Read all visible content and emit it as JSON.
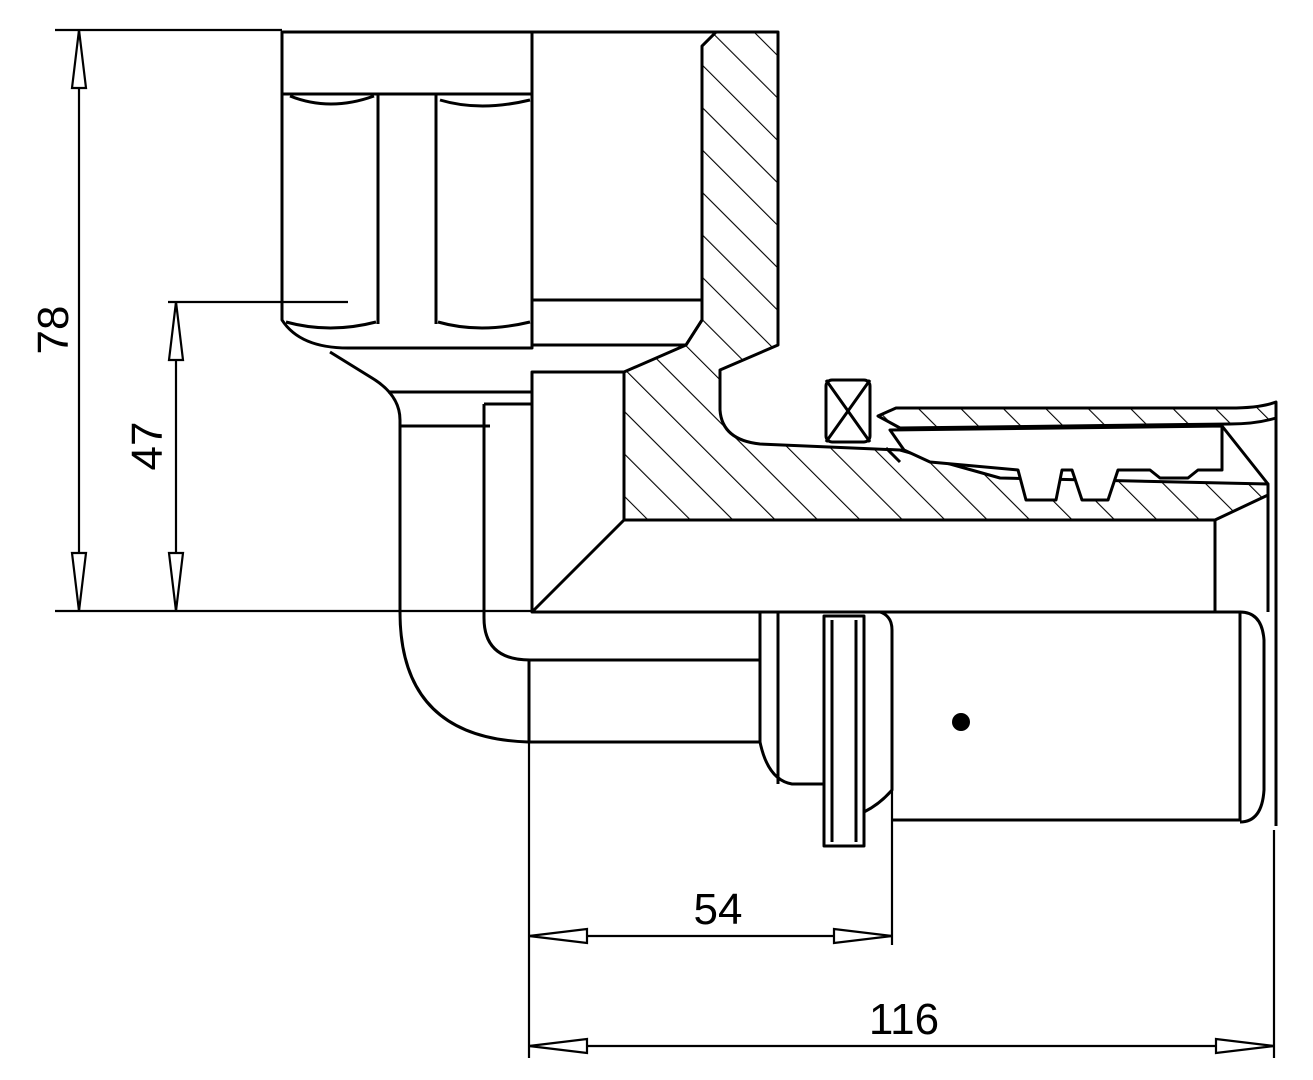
{
  "dimensions": {
    "overall_height": "78",
    "outlet_height": "47",
    "insert_length": "54",
    "overall_length": "116"
  },
  "colors": {
    "ink": "#000000",
    "paper": "#ffffff"
  }
}
